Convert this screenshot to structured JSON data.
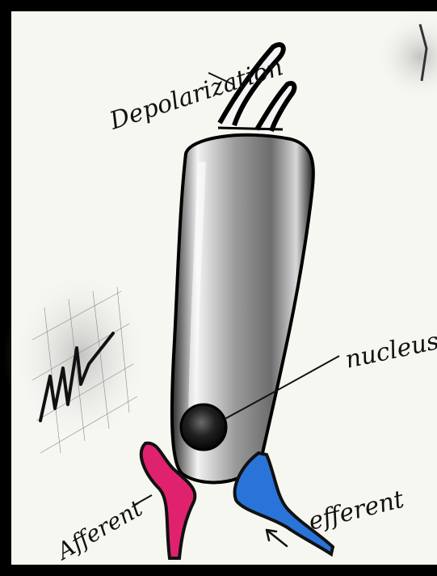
{
  "labels": {
    "depolarization": "Depolarization",
    "nucleus": "nucleus",
    "afferent": "Afferent",
    "efferent": "efferent"
  },
  "colors": {
    "paper": "#f7f7f2",
    "frame": "#000000",
    "afferent": "#e0226e",
    "efferent": "#2a73d8",
    "ink": "#111111"
  }
}
